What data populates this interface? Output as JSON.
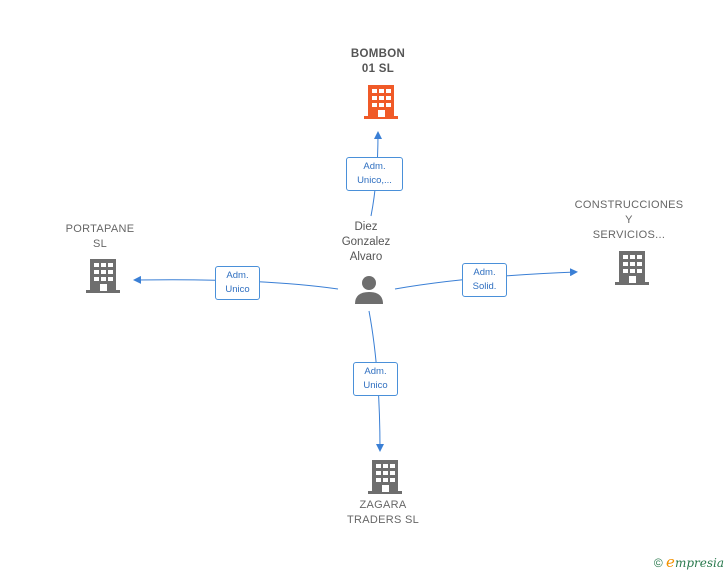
{
  "nodes": {
    "center": {
      "label": "Diez\nGonzalez\nAlvaro",
      "icon": "person-icon"
    },
    "bombon": {
      "label": "BOMBON\n01  SL",
      "icon": "building-icon",
      "color": "#f05a28"
    },
    "portapane": {
      "label": "PORTAPANE\nSL",
      "icon": "building-icon",
      "color": "#6e6e6e"
    },
    "construcciones": {
      "label": "CONSTRUCCIONES\nY\nSERVICIOS...",
      "icon": "building-icon",
      "color": "#6e6e6e"
    },
    "zagara": {
      "label": "ZAGARA\nTRADERS  SL",
      "icon": "building-icon",
      "color": "#6e6e6e"
    }
  },
  "edges": {
    "bombon": "Adm.\nUnico,...",
    "portapane": "Adm.\nUnico",
    "construcciones": "Adm.\nSolid.",
    "zagara": "Adm.\nUnico"
  },
  "colors": {
    "edge": "#3a7fd5",
    "main_node": "#f05a28",
    "node": "#6e6e6e"
  },
  "footer": {
    "copyright": "©",
    "brand_initial": "e",
    "brand_rest": "mpresia"
  }
}
